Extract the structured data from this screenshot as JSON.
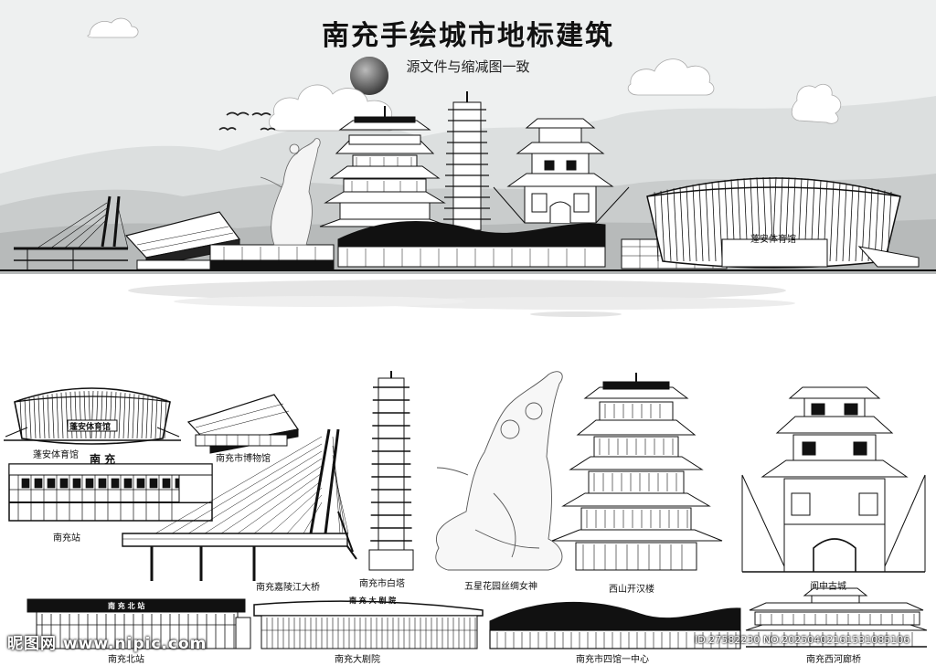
{
  "poster": {
    "title": "南充手绘城市地标建筑",
    "subtitle": "源文件与缩减图一致",
    "skyline_sign": "蓬安体育馆"
  },
  "landmarks": [
    {
      "id": "penganstadium",
      "label": "蓬安体育馆",
      "sign": "蓬安体育馆"
    },
    {
      "id": "museum",
      "label": "南充市博物馆"
    },
    {
      "id": "station",
      "label": "南充站",
      "sign": "南 充"
    },
    {
      "id": "bridge",
      "label": "南充嘉陵江大桥"
    },
    {
      "id": "whitepagoda",
      "label": "南充市白塔"
    },
    {
      "id": "silkgoddess",
      "label": "五星花园丝绸女神"
    },
    {
      "id": "hanlou",
      "label": "西山开汉楼"
    },
    {
      "id": "langzhong",
      "label": "阆中古城"
    },
    {
      "id": "northstation",
      "label": "南充北站",
      "sign": "南 充 北 站"
    },
    {
      "id": "theatre",
      "label": "南充大剧院",
      "sign": "南 充 大 剧 院"
    },
    {
      "id": "fourhalls",
      "label": "南充市四馆一中心"
    },
    {
      "id": "xihebridge",
      "label": "南充西河廊桥"
    }
  ],
  "watermark": {
    "left": "昵图网 www.nipic.com",
    "right": "ID:27582230 NO:20250402161531085106"
  }
}
